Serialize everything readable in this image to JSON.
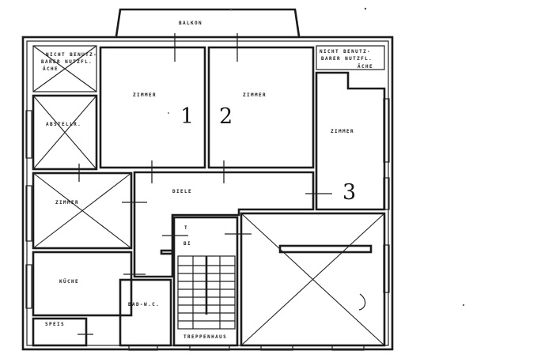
{
  "labels": {
    "balkon": "BALKON",
    "zimmer1": "ZIMMER",
    "zimmer2": "ZIMMER",
    "zimmer3": "ZIMMER",
    "zimmer_left": "ZIMMER",
    "diele": "DIELE",
    "kueche": "KÜCHE",
    "bad_wc": "BAD-W.C.",
    "abstell": "ABSTELLR.",
    "speise": "SPEIS",
    "treppenhaus": "TREPPENHAUS",
    "nicht_left": [
      "NICHT BENUTZ-",
      "BARER NUTZFL.",
      "ÄCHE"
    ],
    "nicht_right": [
      "NICHT BENUTZ-",
      "BARER NUTZFL.",
      "ÄCHE"
    ]
  },
  "numbers": {
    "n1": "1",
    "n2": "2",
    "n3": "3"
  }
}
